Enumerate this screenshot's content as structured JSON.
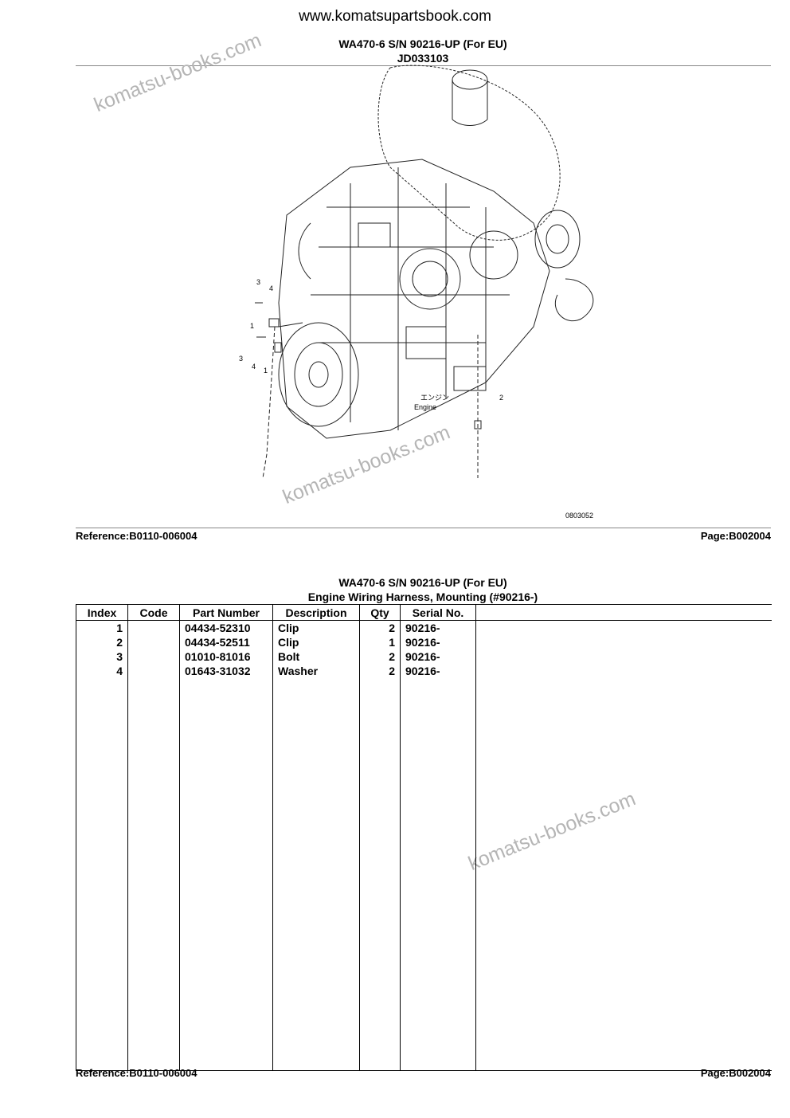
{
  "site_url": "www.komatsupartsbook.com",
  "top": {
    "model_line": "WA470-6 S/N 90216-UP (For EU)",
    "drawing_code": "JD033103"
  },
  "illustration": {
    "label_jp": "エンジン",
    "label_en": "Engine",
    "drawing_number": "0803052",
    "callouts": [
      "1",
      "2",
      "3",
      "4",
      "1",
      "3",
      "4"
    ]
  },
  "footer_top": {
    "reference": "Reference:B0110-006004",
    "page": "Page:B002004"
  },
  "table_section": {
    "model_line": "WA470-6 S/N 90216-UP (For EU)",
    "subtitle": "Engine Wiring Harness, Mounting (#90216-)",
    "headers": [
      "Index",
      "Code",
      "Part Number",
      "Description",
      "Qty",
      "Serial No."
    ],
    "rows": [
      {
        "index": "1",
        "code": "",
        "part": "04434-52310",
        "desc": "Clip",
        "qty": "2",
        "serial": "90216-"
      },
      {
        "index": "2",
        "code": "",
        "part": "04434-52511",
        "desc": "Clip",
        "qty": "1",
        "serial": "90216-"
      },
      {
        "index": "3",
        "code": "",
        "part": "01010-81016",
        "desc": "Bolt",
        "qty": "2",
        "serial": "90216-"
      },
      {
        "index": "4",
        "code": "",
        "part": "01643-31032",
        "desc": "Washer",
        "qty": "2",
        "serial": "90216-"
      }
    ]
  },
  "footer_bottom": {
    "reference": "Reference:B0110-006004",
    "page": "Page:B002004"
  },
  "watermarks": [
    "komatsu-books.com",
    "komatsu-books.com",
    "komatsu-books.com"
  ]
}
